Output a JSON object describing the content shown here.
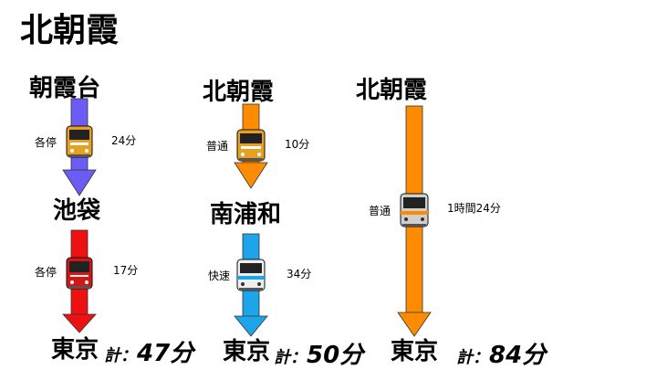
{
  "title": "北朝霞",
  "routes": [
    {
      "start": "朝霞台",
      "colors": {
        "seg1": "#6b5cf6",
        "seg2": "#ee1111"
      },
      "segments": [
        {
          "service": "各停",
          "time": "24分"
        },
        {
          "service": "各停",
          "time": "17分"
        }
      ],
      "transfer": "池袋",
      "end": "東京",
      "total_prefix": "計：",
      "total_value": "47分"
    },
    {
      "start": "北朝霞",
      "colors": {
        "seg1": "#ff8c00",
        "seg2": "#1ea5e9"
      },
      "segments": [
        {
          "service": "普通",
          "time": "10分"
        },
        {
          "service": "快速",
          "time": "34分"
        }
      ],
      "transfer": "南浦和",
      "end": "東京",
      "total_prefix": "計：",
      "total_value": "50分"
    },
    {
      "start": "北朝霞",
      "colors": {
        "seg1": "#ff8c00"
      },
      "segments": [
        {
          "service": "普通",
          "time": "1時間24分"
        }
      ],
      "end": "東京",
      "total_prefix": "計：",
      "total_value": "84分"
    }
  ]
}
